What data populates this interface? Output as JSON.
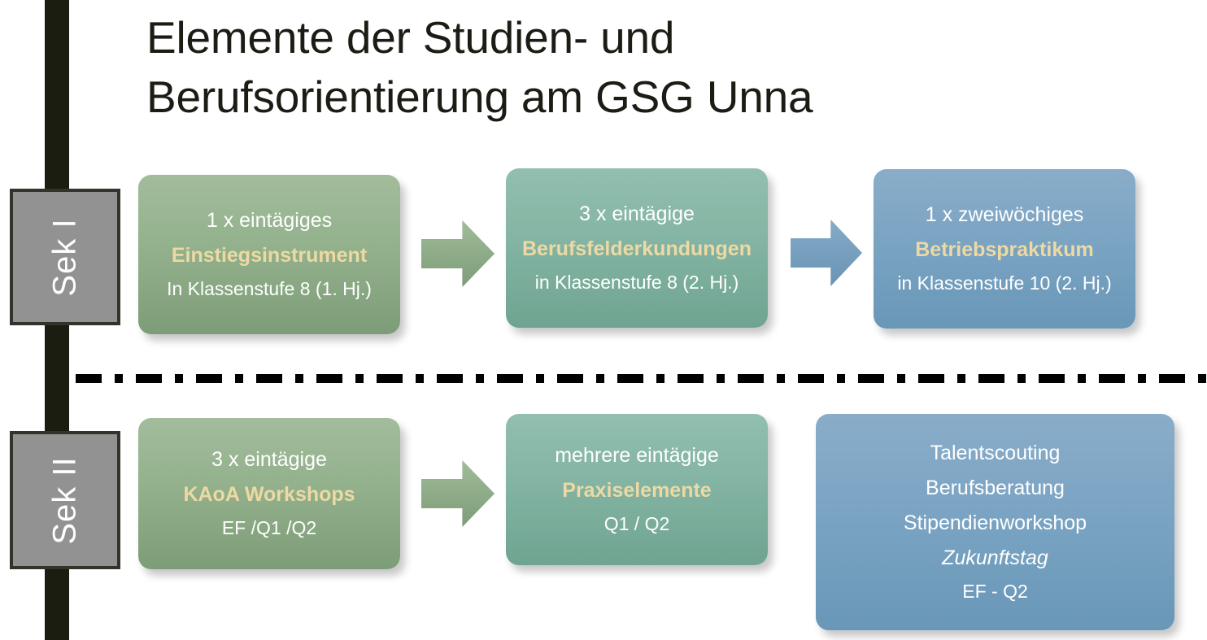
{
  "slide": {
    "title": "Elemente der Studien- und\nBerufsorientierung am GSG Unna",
    "background_color": "#ffffff",
    "accent_text_color": "#edd9a3",
    "bar_color": "#1b1d11",
    "stage_box_color": "#929292",
    "divider_style": "dash-dot"
  },
  "stages": [
    {
      "label": "Sek I"
    },
    {
      "label": "Sek II"
    }
  ],
  "rows": [
    {
      "name": "sek-1",
      "boxes": [
        {
          "color": "#93b18c",
          "lines": [
            {
              "text": "1 x eintägiges",
              "style": "plain"
            },
            {
              "text": "Einstiegsinstrument",
              "style": "accent"
            },
            {
              "text": "In Klassenstufe 8 (1. Hj.)",
              "style": "small"
            }
          ]
        },
        {
          "color": "#84b4a3",
          "lines": [
            {
              "text": "3 x eintägige",
              "style": "plain"
            },
            {
              "text": "Berufsfelderkundungen",
              "style": "accent"
            },
            {
              "text": "in Klassenstufe 8 (2. Hj.)",
              "style": "small"
            }
          ]
        },
        {
          "color": "#7ba4c3",
          "lines": [
            {
              "text": "1 x zweiwöchiges",
              "style": "plain"
            },
            {
              "text": "Betriebspraktikum",
              "style": "accent"
            },
            {
              "text": "in Klassenstufe 10 (2. Hj.)",
              "style": "small"
            }
          ]
        }
      ],
      "arrows": [
        {
          "color": "#8fae88",
          "direction": "right"
        },
        {
          "color": "#7aa0c0",
          "direction": "right"
        }
      ]
    },
    {
      "name": "sek-2",
      "boxes": [
        {
          "color": "#93b18c",
          "lines": [
            {
              "text": "3 x eintägige",
              "style": "plain"
            },
            {
              "text": "KAoA Workshops",
              "style": "accent"
            },
            {
              "text": "EF /Q1 /Q2",
              "style": "small"
            }
          ]
        },
        {
          "color": "#84b4a3",
          "lines": [
            {
              "text": "mehrere eintägige",
              "style": "plain"
            },
            {
              "text": "Praxiselemente",
              "style": "accent"
            },
            {
              "text": "Q1 / Q2",
              "style": "small"
            }
          ]
        },
        {
          "color": "#7ba4c3",
          "lines": [
            {
              "text": "Talentscouting",
              "style": "plain"
            },
            {
              "text": "Berufsberatung",
              "style": "plain"
            },
            {
              "text": "Stipendienworkshop",
              "style": "plain"
            },
            {
              "text": "Zukunftstag",
              "style": "italic"
            },
            {
              "text": "EF - Q2",
              "style": "small"
            }
          ]
        }
      ],
      "arrows": [
        {
          "color": "#8fae88",
          "direction": "right"
        }
      ]
    }
  ]
}
